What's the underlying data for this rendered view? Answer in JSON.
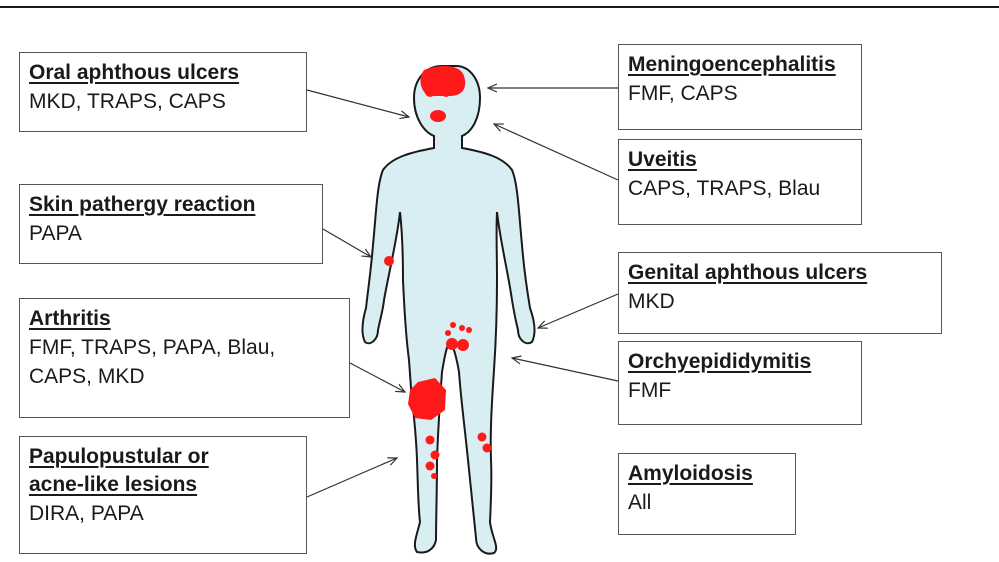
{
  "colors": {
    "body_fill": "#d9eef3",
    "body_outline": "#1a1a1a",
    "lesion": "#ff1a1a",
    "box_border": "#555555"
  },
  "left_boxes": [
    {
      "title": "Oral aphthous ulcers",
      "body": [
        "MKD, TRAPS, CAPS"
      ]
    },
    {
      "title": "Skin pathergy reaction",
      "body": [
        "PAPA"
      ]
    },
    {
      "title": "Arthritis",
      "body": [
        "FMF, TRAPS, PAPA, Blau,",
        "CAPS, MKD"
      ]
    },
    {
      "title": "Papulopustular or",
      "title2": "acne-like lesions",
      "body": [
        "DIRA, PAPA"
      ]
    }
  ],
  "right_boxes": [
    {
      "title": "Meningoencephalitis",
      "body": [
        "FMF, CAPS"
      ]
    },
    {
      "title": "Uveitis",
      "body": [
        "CAPS, TRAPS, Blau"
      ]
    },
    {
      "title": "Genital aphthous ulcers",
      "body": [
        "MKD"
      ]
    },
    {
      "title": "Orchyepididymitis",
      "body": [
        "FMF"
      ]
    },
    {
      "title": "Amyloidosis",
      "body": [
        "All"
      ]
    }
  ]
}
